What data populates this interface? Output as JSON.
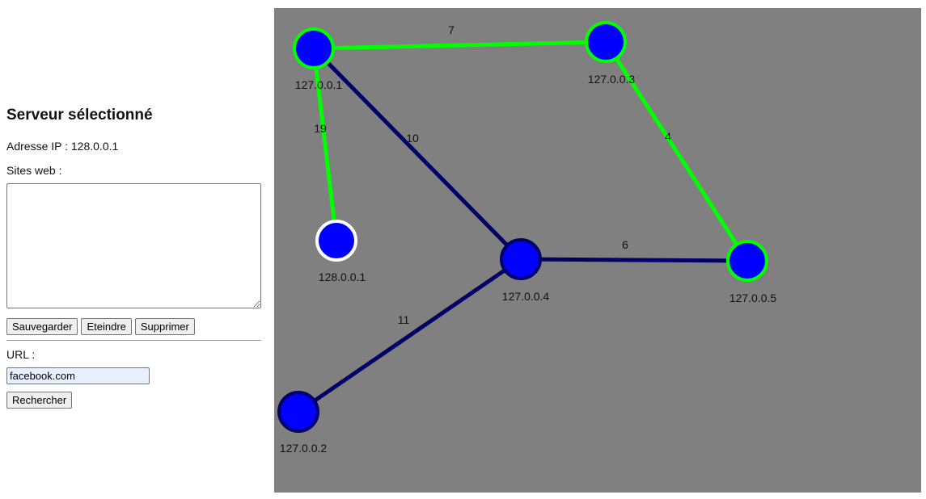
{
  "sidebar": {
    "title": "Serveur sélectionné",
    "ip_line": "Adresse IP : 128.0.0.1",
    "sites_label": "Sites web :",
    "sites_value": "",
    "buttons": {
      "save": "Sauvegarder",
      "shutdown": "Eteindre",
      "delete": "Supprimer"
    },
    "url_label": "URL :",
    "url_value": "facebook.com",
    "search": "Rechercher"
  },
  "graph": {
    "background": "#808080",
    "node_fill": "#0000ff",
    "edge_colors": {
      "green": "#00ff00",
      "navy": "#000066"
    },
    "ring_colors": {
      "green": "#00ff00",
      "navy": "#000066",
      "white": "#ffffff"
    },
    "nodes": [
      {
        "id": "127.0.0.1",
        "ring": "green"
      },
      {
        "id": "127.0.0.3",
        "ring": "green"
      },
      {
        "id": "128.0.0.1",
        "ring": "white"
      },
      {
        "id": "127.0.0.4",
        "ring": "navy"
      },
      {
        "id": "127.0.0.5",
        "ring": "green"
      },
      {
        "id": "127.0.0.2",
        "ring": "navy"
      }
    ],
    "edges": [
      {
        "from": "127.0.0.1",
        "to": "127.0.0.3",
        "weight": "7",
        "color": "green"
      },
      {
        "from": "127.0.0.1",
        "to": "128.0.0.1",
        "weight": "19",
        "color": "green"
      },
      {
        "from": "127.0.0.1",
        "to": "127.0.0.4",
        "weight": "10",
        "color": "navy"
      },
      {
        "from": "127.0.0.3",
        "to": "127.0.0.5",
        "weight": "4",
        "color": "green"
      },
      {
        "from": "127.0.0.4",
        "to": "127.0.0.5",
        "weight": "6",
        "color": "navy"
      },
      {
        "from": "127.0.0.4",
        "to": "127.0.0.2",
        "weight": "11",
        "color": "navy"
      }
    ]
  }
}
